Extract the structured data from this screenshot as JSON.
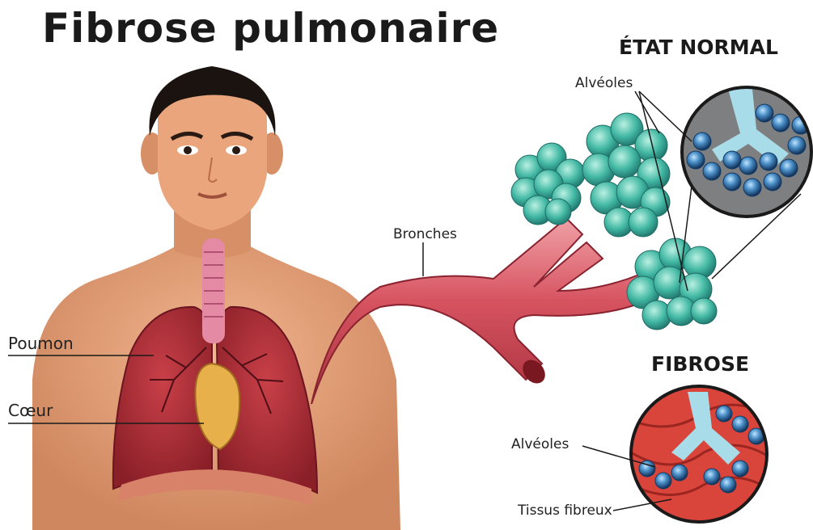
{
  "title": "Fibrose pulmonaire",
  "normal": {
    "heading": "ÉTAT NORMAL",
    "alveoles_label": "Alvéoles"
  },
  "fibrose": {
    "heading": "FIBROSE",
    "alveoles_label": "Alvéoles",
    "tissus_label": "Tissus fibreux"
  },
  "body_labels": {
    "poumon": "Poumon",
    "coeur": "Cœur",
    "bronches": "Bronches"
  },
  "colors": {
    "skin": "#e8a47c",
    "skin_shadow": "#c9805a",
    "hair": "#1b1310",
    "lung": "#b8323b",
    "lung_dark": "#7e1c25",
    "bronchus": "#d65360",
    "alveoli": "#3fb8a0",
    "alveoli_dark": "#1f7e74",
    "fibrous": "#d9453a",
    "circle_bg": "#7d7f80",
    "alveolus_blue": "#3e7fb8"
  }
}
